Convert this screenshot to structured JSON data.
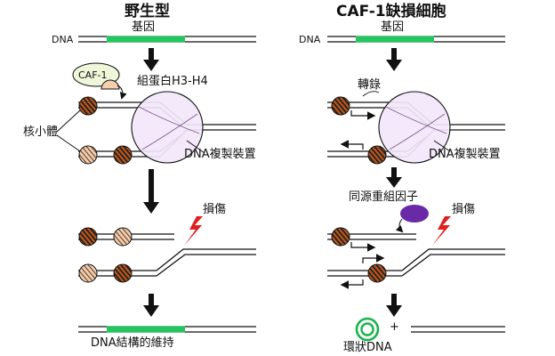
{
  "panels": {
    "wild_type": {
      "title": "野生型",
      "dna_label": "DNA",
      "gene_label": "基因",
      "caf1_label": "CAF-1",
      "histone_label": "組蛋白H3-H4",
      "nucleosome_label": "核小體",
      "replication_label": "DNA複製裝置",
      "damage_label": "損傷",
      "result_label": "DNA結構的維持"
    },
    "caf1_deficient": {
      "title": "CAF-1缺損細胞",
      "dna_label": "DNA",
      "gene_label": "基因",
      "transcription_label": "轉錄",
      "replication_label": "DNA複製裝置",
      "recombination_label": "同源重組因子",
      "damage_label": "損傷",
      "circle_label": "環狀DNA",
      "plus_sign": "+"
    }
  },
  "colors": {
    "gene": "#22c55e",
    "nucleosome_dark": "#b5561f",
    "nucleosome_light": "#f3cfae",
    "replisome": "#f3e6fb",
    "caf1": "#eef7d9",
    "damage": "#e02020",
    "recombination_factor": "#6a2aa8",
    "circular_dna": "#16b34a"
  }
}
